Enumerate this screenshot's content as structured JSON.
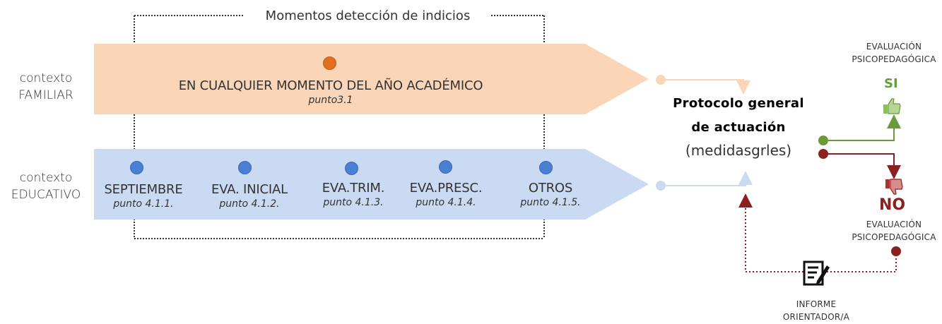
{
  "header": {
    "title": "Momentos detección de indicios"
  },
  "contexts": {
    "familiar": {
      "line1": "contexto",
      "line2": "FAMILIAR"
    },
    "educativo": {
      "line1": "contexto",
      "line2": "EDUCATIVO"
    }
  },
  "familiar_arrow": {
    "label": "EN CUALQUIER MOMENTO DEL AÑO ACADÉMICO",
    "ref": "punto3.1",
    "fill_color": "#fad5b8"
  },
  "educativo_arrow": {
    "fill_color": "#c9daf2",
    "moments": [
      {
        "name": "SEPTIEMBRE",
        "ref": "punto 4.1.1."
      },
      {
        "name": "EVA. INICIAL",
        "ref": "punto 4.1.2."
      },
      {
        "name": "EVA.TRIM.",
        "ref": "punto 4.1.3."
      },
      {
        "name": "EVA.PRESC.",
        "ref": "punto 4.1.4."
      },
      {
        "name": "OTROS",
        "ref": "punto 4.1.5."
      }
    ]
  },
  "protocol": {
    "line1": "Protocolo general",
    "line2": "de actuación",
    "line3": "(medidasgrles)"
  },
  "outcomes": {
    "yes": {
      "top_label_1": "EVALUACIÓN",
      "top_label_2": "PSICOPEDAGÓGICA",
      "mark": "SI",
      "icon": "thumbs-up-icon",
      "color": "#6a9a3a"
    },
    "no": {
      "mark": "NO",
      "label_1": "EVALUACIÓN",
      "label_2": "PSICOPEDAGÓGICA",
      "icon": "thumbs-down-icon",
      "color": "#8b2020"
    }
  },
  "report": {
    "line1": "INFORME",
    "line2": "ORIENTADOR/A",
    "icon": "document-edit-icon"
  }
}
